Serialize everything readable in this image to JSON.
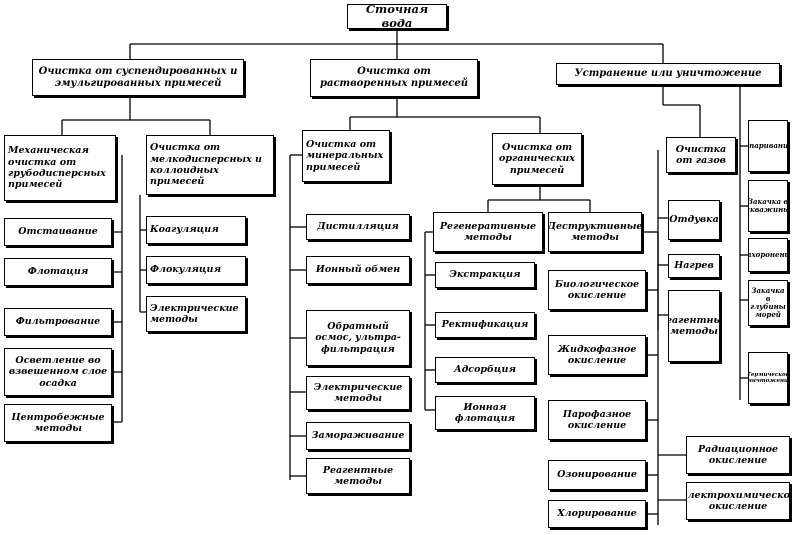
{
  "diagram": {
    "root": "Сточная вода",
    "suspended": {
      "title": "Очистка от суспендированных и эмульгированных примесей",
      "mechanical": "Механическая очистка от грубодисперсных примесей",
      "mechanical_items": [
        "Отстаивание",
        "Флотация",
        "Фильтрование",
        "Осветление во взвешенном слое осадка",
        "Центробежные методы"
      ],
      "colloid": "Очистка от мелкодисперсных и коллоидных примесей",
      "colloid_items": [
        "Коагуляция",
        "Флокуляция",
        "Электрические методы"
      ]
    },
    "dissolved": {
      "title": "Очистка от растворенных примесей",
      "mineral": "Очистка от минеральных примесей",
      "mineral_items": [
        "Дистилляция",
        "Ионный обмен",
        "Обратный осмос, ультра-фильтрация",
        "Электрические методы",
        "Замораживание",
        "Реагентные методы"
      ],
      "organic": "Очистка от органических примесей",
      "regenerative": "Регенеративные методы",
      "regenerative_items": [
        "Экстракция",
        "Ректификация",
        "Адсорбция",
        "Ионная флотация"
      ],
      "destructive": "Деструктивные методы",
      "destructive_items": [
        "Биологическое окисление",
        "Жидкофазное окисление",
        "Парофазное окисление",
        "Озонирование",
        "Хлорирование"
      ],
      "destructive_extra": [
        "Радиационное окисление",
        "Электрохимическое окисление"
      ]
    },
    "elimination": {
      "title": "Устранение или уничтожение",
      "gases": "Очистка от газов",
      "gas_items": [
        "Отдувка",
        "Нагрев",
        "Реагентные методы"
      ],
      "right_items": [
        "Упаривание",
        "Закачка в скважины",
        "Захоронение",
        "Закачка в глубины морей",
        "Термическое уничтожение"
      ]
    }
  }
}
